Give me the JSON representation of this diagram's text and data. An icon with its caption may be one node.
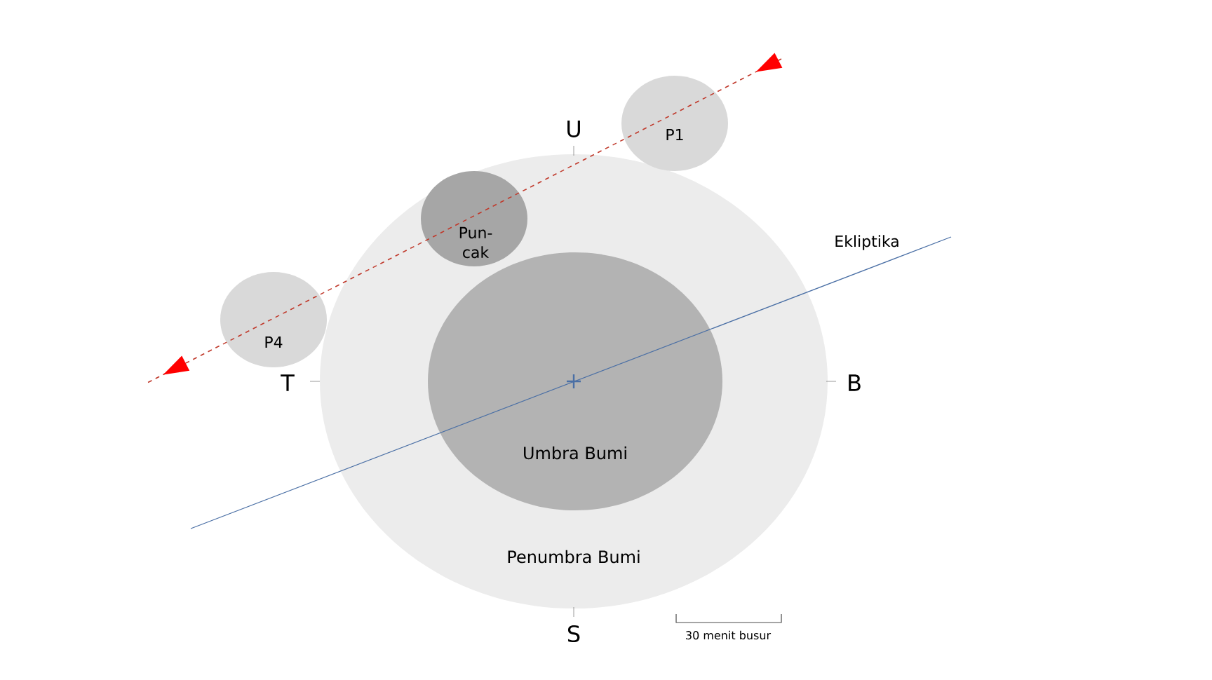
{
  "diagram": {
    "nodes": [
      {
        "text": [
          "Penumbra Bumi"
        ]
      },
      {
        "text": [
          "Umbra Bumi"
        ],
        "in": 0
      },
      {
        "text": [
          "P1"
        ]
      },
      {
        "text": [
          "Pun- cak"
        ],
        "in": 0
      },
      {
        "text": [
          "P4"
        ]
      }
    ],
    "labels": [
      "U",
      "Ekliptika",
      "T",
      "B",
      "S",
      "30 menit busur"
    ]
  }
}
